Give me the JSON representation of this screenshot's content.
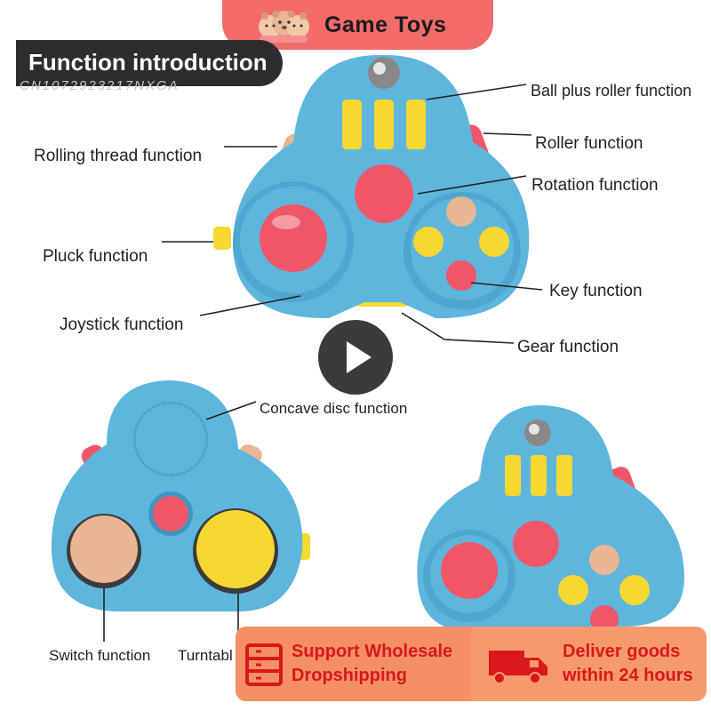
{
  "header": {
    "brand": "Game Toys",
    "watermark": "CN1072923217NXGA"
  },
  "section_title": "Function introduction",
  "labels": {
    "ball_roller": "Ball plus roller function",
    "roller": "Roller function",
    "rotation": "Rotation function",
    "rolling_thread": "Rolling thread function",
    "pluck": "Pluck function",
    "key": "Key function",
    "joystick": "Joystick function",
    "gear": "Gear function",
    "concave_disc": "Concave disc function",
    "switch": "Switch function",
    "turntable": "Turntabl"
  },
  "video": {
    "icon": "play-icon"
  },
  "promo": {
    "left_line1": "Support Wholesale",
    "left_line2": "Dropshipping",
    "right_line1": "Deliver goods",
    "right_line2": "within 24 hours",
    "left_icon": "shelf-icon",
    "right_icon": "truck-icon"
  },
  "colors": {
    "body_blue": "#5fb6dd",
    "accent_red": "#f0566a",
    "accent_yellow": "#f6d832",
    "accent_beige": "#e8b595",
    "banner": "#f36b6b",
    "promo_text": "#d8181b"
  }
}
